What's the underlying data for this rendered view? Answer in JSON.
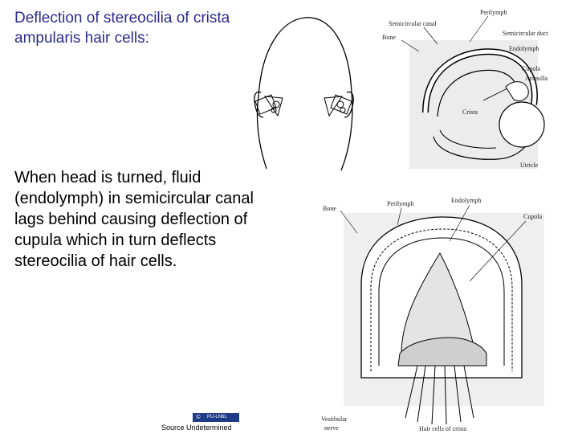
{
  "slide": {
    "title": "Deflection of stereocilia of crista ampularis hair cells:",
    "body": "When head is turned, fluid (endolymph) in semicircular canal lags behind causing deflection of cupula which in turn deflects stereocilia of hair cells.",
    "source": "Source Undetermined",
    "license_badge": "PU-LN6L"
  },
  "diagram_top": {
    "labels": {
      "semicircular_canal": "Semicircular canal",
      "perilymph": "Perilymph",
      "bone": "Bone",
      "semicircular_duct": "Semicircular duct",
      "endolymph": "Endolymph",
      "cupola": "Cupola",
      "ampulla": "Ampulla",
      "crista": "Crista",
      "utricle": "Utricle"
    }
  },
  "diagram_bottom": {
    "labels": {
      "bone": "Bone",
      "perilymph": "Perilymph",
      "endolymph": "Endolymph",
      "cupola": "Cupola",
      "vestibular_nerve_1": "Vestibular",
      "vestibular_nerve_2": "nerve",
      "hair_cells": "Hair cells of crista"
    }
  },
  "colors": {
    "title": "#2b2b8f",
    "body": "#000000",
    "badge": "#1f3c88"
  }
}
